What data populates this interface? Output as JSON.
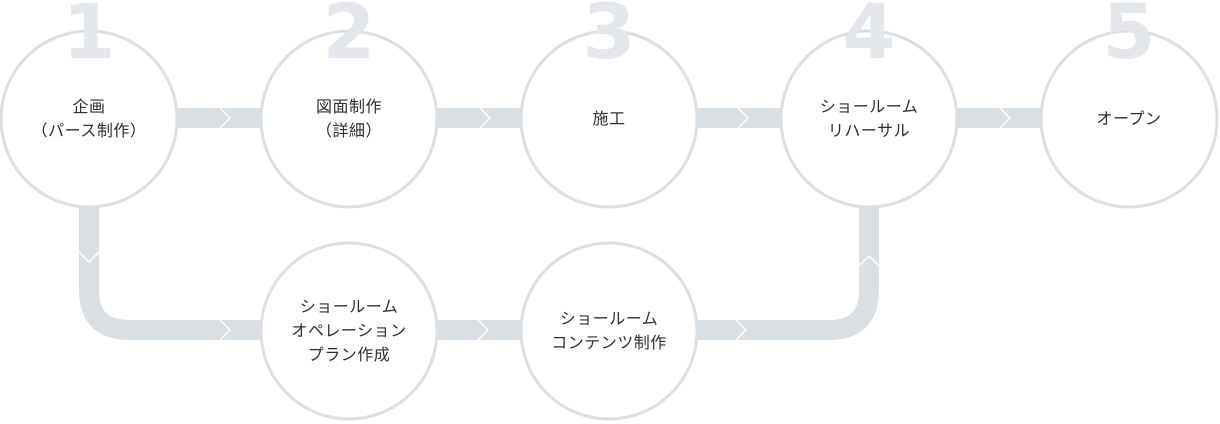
{
  "colors": {
    "track": "#d9dfe3",
    "circle_stroke": "#d9dfe3",
    "circle_fill": "#ffffff",
    "step_number": "#e3e7eb",
    "text": "#2f2f2f"
  },
  "steps": [
    {
      "number": "1",
      "lines": [
        "企画",
        "（パース制作）"
      ]
    },
    {
      "number": "2",
      "lines": [
        "図面制作",
        "（詳細）"
      ]
    },
    {
      "number": "3",
      "lines": [
        "施工"
      ]
    },
    {
      "number": "4",
      "lines": [
        "ショールーム",
        "リハーサル"
      ]
    },
    {
      "number": "5",
      "lines": [
        "オープン"
      ]
    }
  ],
  "substeps": [
    {
      "lines": [
        "ショールーム",
        "オペレーション",
        "プラン作成"
      ]
    },
    {
      "lines": [
        "ショールーム",
        "コンテンツ制作"
      ]
    }
  ]
}
